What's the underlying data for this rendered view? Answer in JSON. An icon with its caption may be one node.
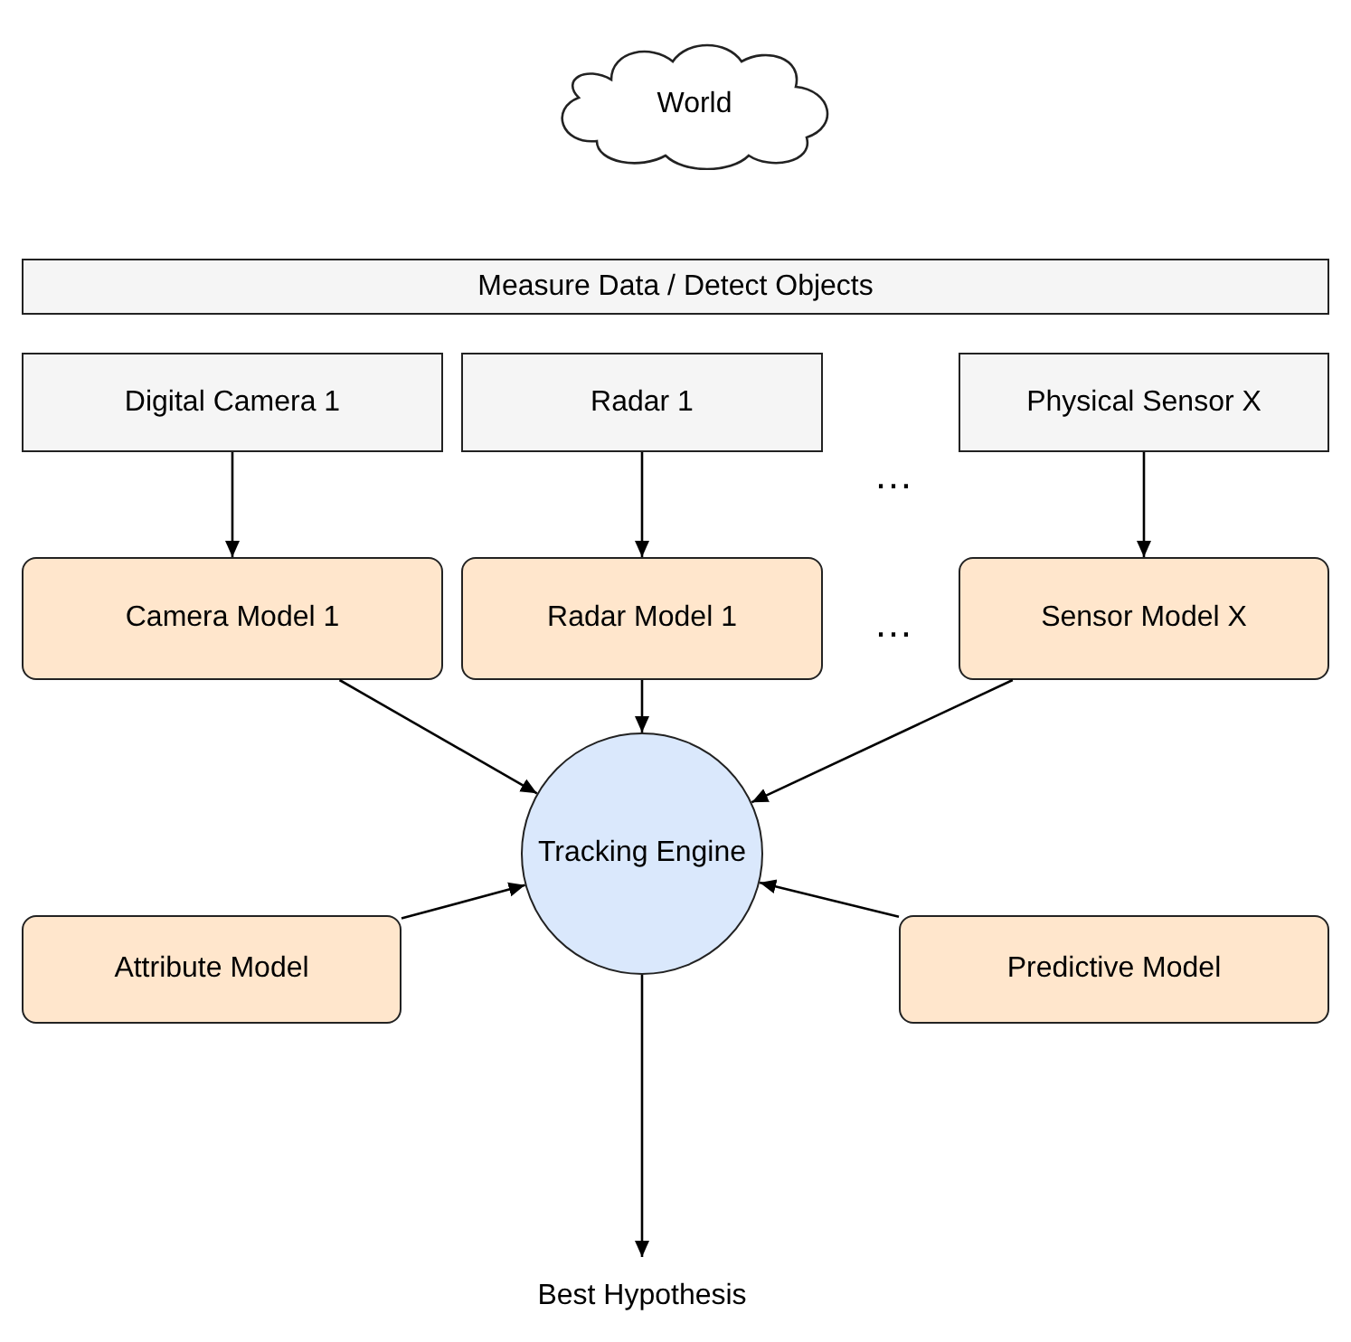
{
  "diagram": {
    "nodes": [
      {
        "text": [
          "World"
        ]
      },
      {
        "text": [
          "Measure Data / Detect Objects"
        ]
      },
      {
        "text": [
          "Digital Camera 1"
        ]
      },
      {
        "text": [
          "Radar 1"
        ]
      },
      {
        "text": [
          "Physical Sensor X"
        ]
      },
      {
        "text": [
          "Camera Model 1"
        ]
      },
      {
        "text": [
          "Radar Model 1"
        ]
      },
      {
        "text": [
          "Sensor Model X"
        ]
      },
      {
        "text": [
          "Attribute Model"
        ]
      },
      {
        "text": [
          "Tracking Engine"
        ]
      },
      {
        "text": [
          "Predictive Model"
        ]
      },
      {
        "text": [
          "Best Hypothesis"
        ]
      }
    ],
    "edges": [
      {
        "from": 2,
        "to": 5,
        "arrow": "to"
      },
      {
        "from": 3,
        "to": 6,
        "arrow": "to"
      },
      {
        "from": 4,
        "to": 7,
        "arrow": "to"
      },
      {
        "from": 5,
        "to": 9,
        "arrow": "to"
      },
      {
        "from": 6,
        "to": 9,
        "arrow": "to"
      },
      {
        "from": 7,
        "to": 9,
        "arrow": "to"
      },
      {
        "from": 8,
        "to": 9,
        "arrow": "to"
      },
      {
        "from": 10,
        "to": 9,
        "arrow": "to"
      },
      {
        "from": 9,
        "to": 11,
        "arrow": "to"
      }
    ],
    "labels": [
      "…",
      "…"
    ]
  }
}
